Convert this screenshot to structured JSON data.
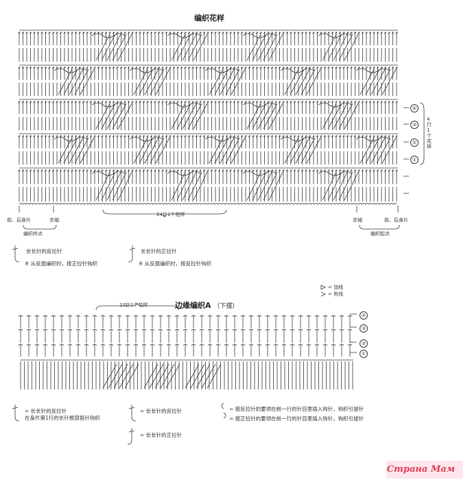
{
  "title_main": "编织花样",
  "title_border": "边缘编织A",
  "title_border_sub": "（下摆）",
  "top_chart": {
    "rows_right_labels": [
      "④",
      "③",
      "②",
      "①"
    ],
    "repeat_label": "4行1个花样",
    "bottom_repeat": "24针1个花样",
    "left_tags": [
      "前、后身片",
      "衣袖"
    ],
    "right_tags": [
      "衣袖",
      "前、后身片"
    ],
    "left_start": "编织终点",
    "right_start": "编织起点"
  },
  "legend_top": [
    {
      "symbol": "长长针的反拉针",
      "note": "※ 从反面编织时，按正拉针钩织"
    },
    {
      "symbol": "长长针的正拉针",
      "note": "※ 从反面编织时，按反拉针钩织"
    }
  ],
  "border_chart": {
    "repeat_label": "10针1个花样",
    "add_yarn": "= 加线",
    "cut_yarn": "= 剪线",
    "rows_right_labels": [
      "④",
      "③",
      "②",
      "①"
    ]
  },
  "legend_bottom": [
    {
      "symbol": "= 长长针的反拉针",
      "note": "在身片第1行的长针根部挑针钩织"
    },
    {
      "symbol": "= 长长针的反拉针",
      "note": ""
    },
    {
      "symbol": "= 长长针的正拉针",
      "note": ""
    },
    {
      "symbol": "= 按反拉针的要领在前一行的针目里插入钩针，钩织引拔针",
      "note": ""
    },
    {
      "symbol": "= 按正拉针的要领在前一行的针目里插入钩针，钩织引拔针",
      "note": ""
    }
  ],
  "watermark": "Страна Мам"
}
